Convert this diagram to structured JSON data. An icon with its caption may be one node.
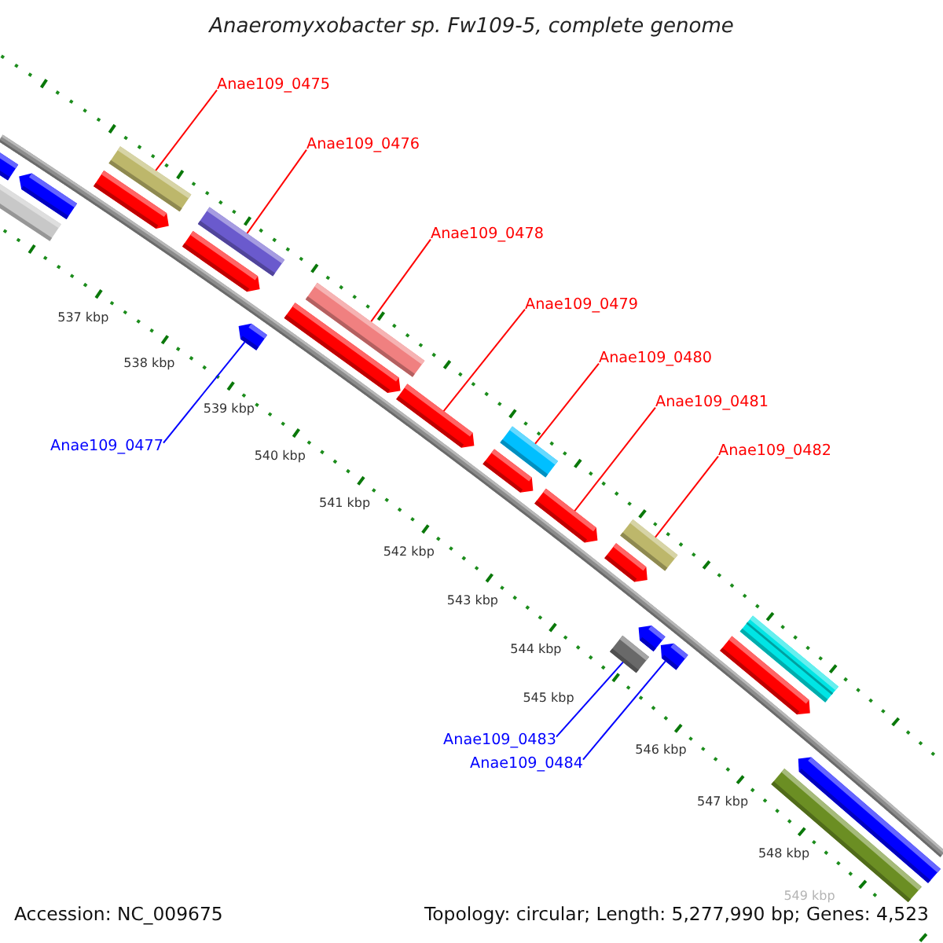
{
  "diagram": {
    "title": "Anaeromyxobacter sp. Fw109-5, complete genome",
    "nodes": [
      {
        "text": [
          "Anae109_0475"
        ]
      },
      {
        "text": [],
        "shape": "bar"
      },
      {
        "text": [
          "Anae109_0476"
        ]
      },
      {
        "text": [],
        "shape": "bar"
      },
      {
        "text": [
          "Anae109_0478"
        ]
      },
      {
        "text": [],
        "shape": "bar"
      },
      {
        "text": [
          "Anae109_0479"
        ]
      },
      {
        "text": [],
        "shape": "arrow"
      },
      {
        "text": [
          "Anae109_0480"
        ]
      },
      {
        "text": [],
        "shape": "bar"
      },
      {
        "text": [
          "Anae109_0481"
        ]
      },
      {
        "text": [],
        "shape": "arrow"
      },
      {
        "text": [
          "Anae109_0482"
        ]
      },
      {
        "text": [],
        "shape": "bar"
      },
      {
        "text": [
          "Anae109_0477"
        ]
      },
      {
        "text": [],
        "shape": "arrow"
      },
      {
        "text": [
          "Anae109_0483"
        ]
      },
      {
        "text": [],
        "shape": "bar"
      },
      {
        "text": [
          "Anae109_0484"
        ]
      },
      {
        "text": [],
        "shape": "arrow"
      },
      {
        "text": [],
        "shape": "bar"
      },
      {
        "text": [],
        "shape": "arrow"
      },
      {
        "text": [],
        "shape": "bar"
      },
      {
        "text": [],
        "shape": "arrow"
      },
      {
        "text": [],
        "shape": "arrow"
      },
      {
        "text": [],
        "shape": "arrow"
      },
      {
        "text": [],
        "shape": "arrow"
      },
      {
        "text": [],
        "shape": "arrow"
      },
      {
        "text": [],
        "shape": "arrow"
      },
      {
        "text": [],
        "shape": "bar"
      },
      {
        "text": [],
        "shape": "arrow"
      },
      {
        "text": [],
        "shape": "arrow"
      },
      {
        "text": [],
        "shape": "bar"
      }
    ],
    "edges": [
      {
        "from": 0,
        "to": 1,
        "arrow": "none"
      },
      {
        "from": 2,
        "to": 3,
        "arrow": "none"
      },
      {
        "from": 4,
        "to": 5,
        "arrow": "none"
      },
      {
        "from": 6,
        "to": 7,
        "arrow": "none"
      },
      {
        "from": 8,
        "to": 9,
        "arrow": "none"
      },
      {
        "from": 10,
        "to": 11,
        "arrow": "none"
      },
      {
        "from": 12,
        "to": 13,
        "arrow": "none"
      },
      {
        "from": 14,
        "to": 15,
        "arrow": "none",
        "color": "#0000ff"
      },
      {
        "from": 16,
        "to": 17,
        "arrow": "none",
        "color": "#0000ff"
      },
      {
        "from": 18,
        "to": 19,
        "arrow": "none",
        "color": "#0000ff"
      }
    ],
    "labels": [
      "537 kbp",
      "538 kbp",
      "539 kbp",
      "540 kbp",
      "541 kbp",
      "542 kbp",
      "543 kbp",
      "544 kbp",
      "545 kbp",
      "546 kbp",
      "547 kbp",
      "548 kbp",
      "549 kbp",
      "Accession: NC_009675",
      "Topology: circular; Length: 5,277,990 bp; Genes: 4,523"
    ]
  }
}
